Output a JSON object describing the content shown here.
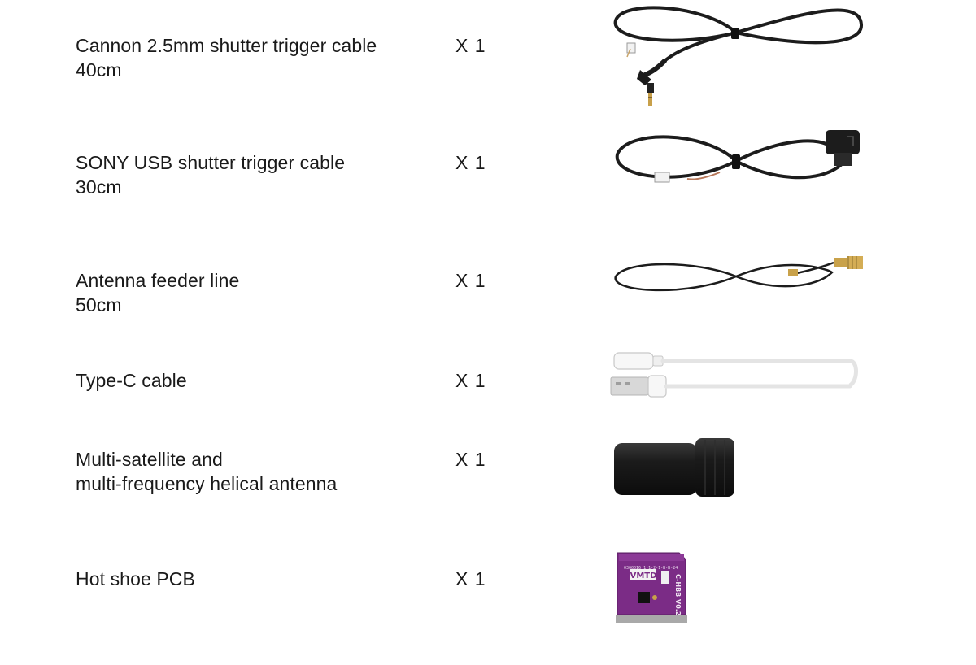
{
  "items": [
    {
      "name_line1": "Cannon 2.5mm shutter trigger cable",
      "name_line2": "40cm",
      "qty": "X 1",
      "icon": "black-cable-with-angled-2.5mm-jack-icon"
    },
    {
      "name_line1": "SONY USB shutter trigger cable",
      "name_line2": "30cm",
      "qty": "X 1",
      "icon": "black-cable-with-usb-connector-icon"
    },
    {
      "name_line1": "Antenna feeder line",
      "name_line2": "50cm",
      "qty": "X 1",
      "icon": "thin-coax-cable-with-sma-connector-icon"
    },
    {
      "name_line1": "Type-C cable",
      "name_line2": "",
      "qty": "X 1",
      "icon": "white-usb-type-c-cable-icon"
    },
    {
      "name_line1": "Multi-satellite and",
      "name_line2": "multi-frequency helical antenna",
      "qty": "X 1",
      "icon": "black-cylindrical-helical-antenna-icon"
    },
    {
      "name_line1": "Hot shoe PCB",
      "name_line2": "",
      "qty": "X 1",
      "icon": "purple-circuit-board-icon",
      "pcb_text": {
        "logo": "VMTD",
        "model": "C-HBB V0.2",
        "code": "0300016 1-1-2-1-B-B-24"
      }
    }
  ]
}
